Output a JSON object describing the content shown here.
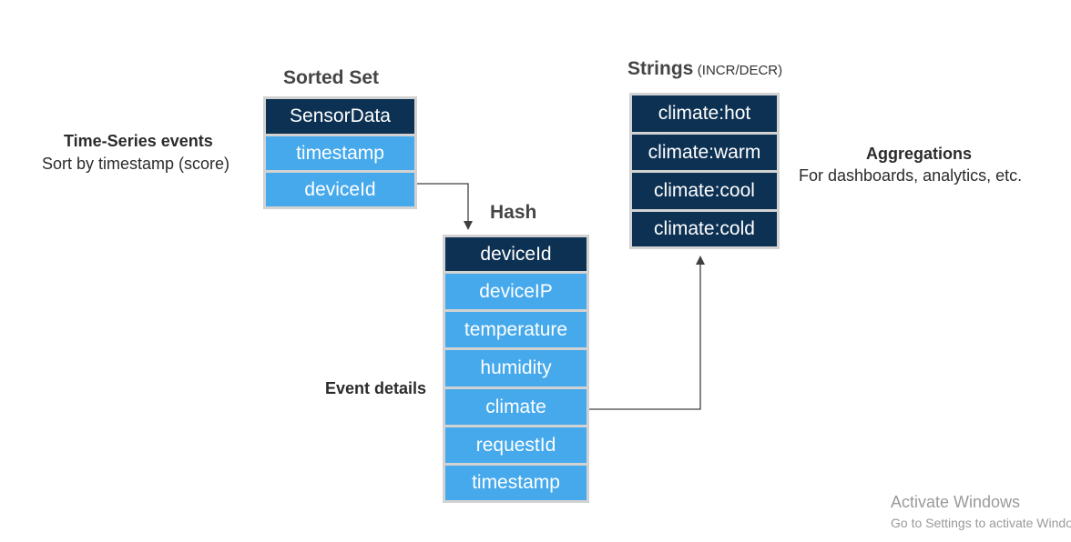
{
  "sorted_set": {
    "title": "Sorted Set",
    "members": [
      "SensorData",
      "timestamp",
      "deviceId"
    ]
  },
  "time_series": {
    "heading": "Time-Series events",
    "caption": "Sort by timestamp (score)"
  },
  "hash": {
    "title": "Hash",
    "fields": [
      "deviceId",
      "deviceIP",
      "temperature",
      "humidity",
      "climate",
      "requestId",
      "timestamp"
    ]
  },
  "event_details": {
    "label": "Event details"
  },
  "strings": {
    "title": "Strings",
    "subtitle": "(INCR/DECR)",
    "keys": [
      "climate:hot",
      "climate:warm",
      "climate:cool",
      "climate:cold"
    ]
  },
  "aggregations": {
    "heading": "Aggregations",
    "caption": "For dashboards, analytics, etc."
  },
  "watermark": {
    "line1": "Activate Windows",
    "line2": "Go to Settings to activate Windows."
  },
  "colors": {
    "dark_cell": "#0d3153",
    "light_cell": "#45a9ec",
    "border": "#d2d2d2",
    "connector": "#404040"
  }
}
